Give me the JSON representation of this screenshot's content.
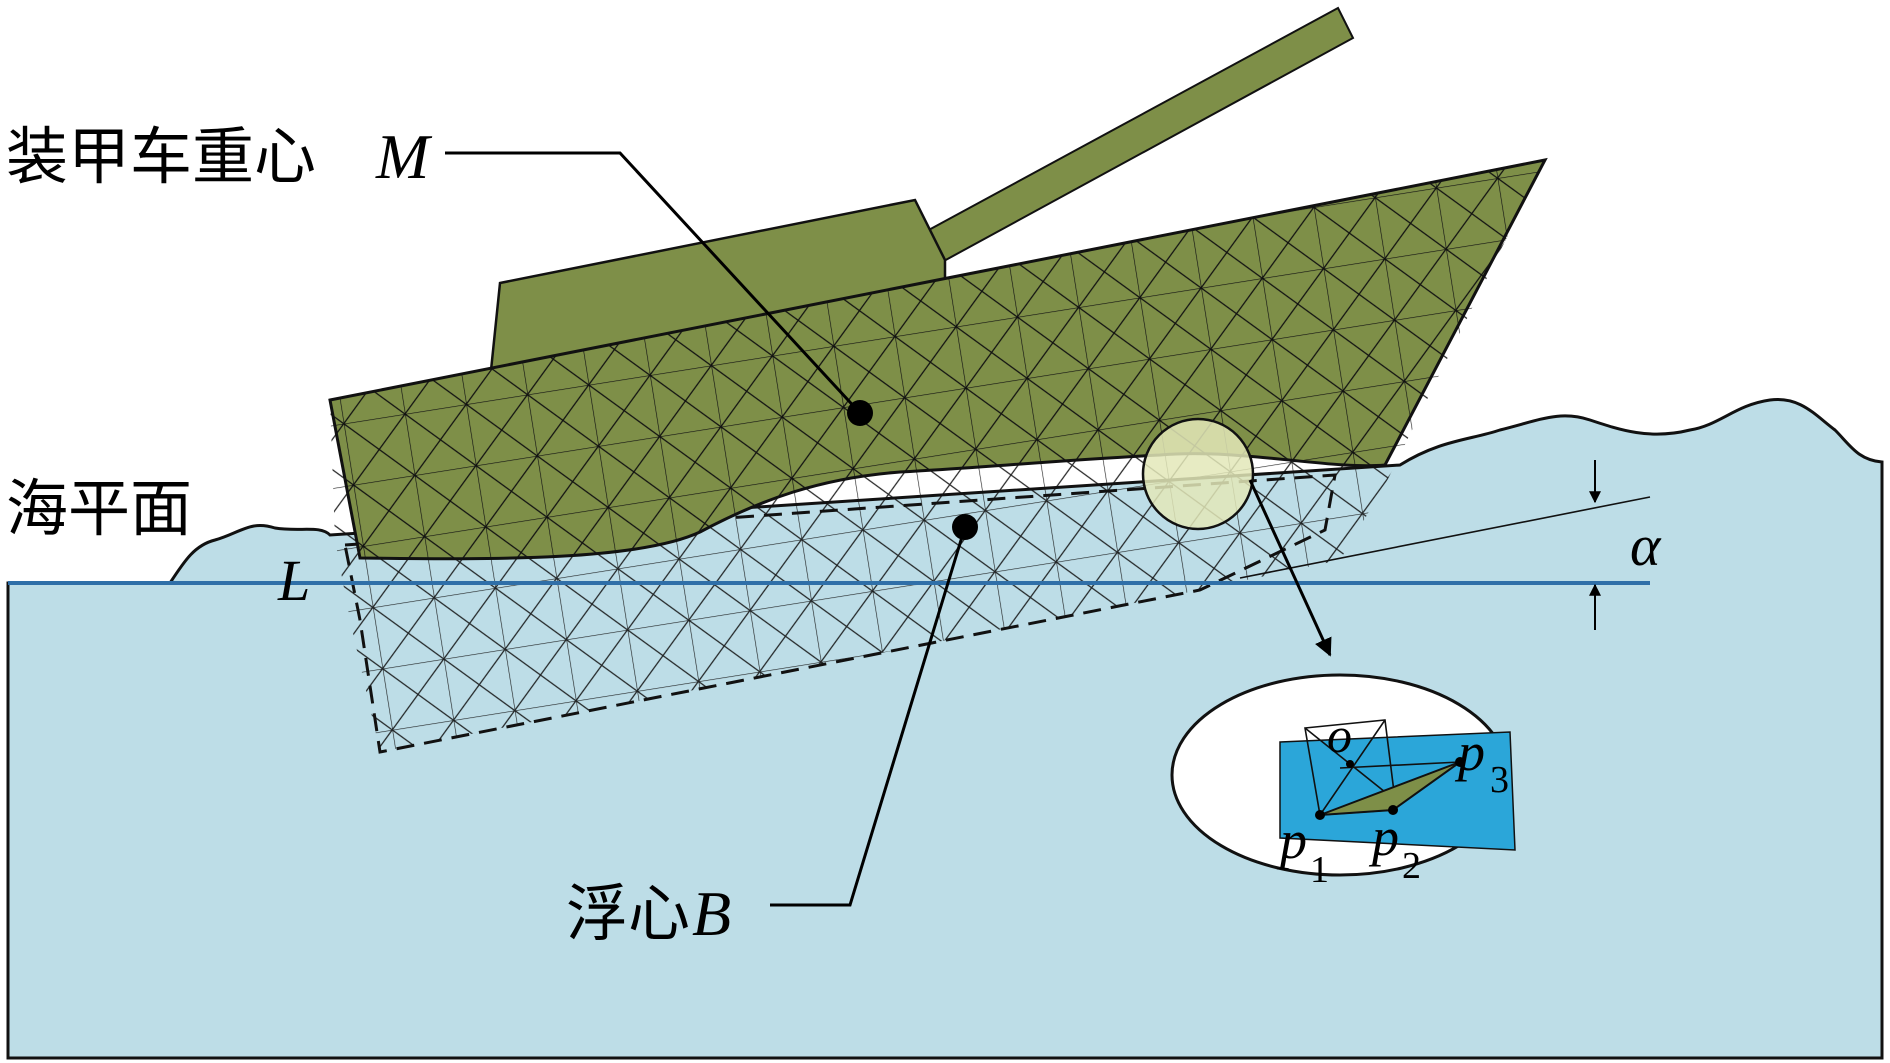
{
  "labels": {
    "center_of_gravity_cn": "装甲车重心",
    "center_of_gravity_sym": "M",
    "sea_level": "海平面",
    "buoyancy_center_cn": "浮心",
    "buoyancy_center_sym": "B",
    "waterline": "L",
    "angle": "α",
    "inset_o": "o",
    "p1": "p",
    "p1_sub": "1",
    "p2": "p",
    "p2_sub": "2",
    "p3": "p",
    "p3_sub": "3"
  },
  "colors": {
    "water": "#bddde7",
    "hull": "#7e8f48",
    "hull_outline": "#1a1a1a",
    "sea_line": "#2f6fa8",
    "inset_water": "#2ba6d9",
    "highlight": "#e3e8b8"
  }
}
